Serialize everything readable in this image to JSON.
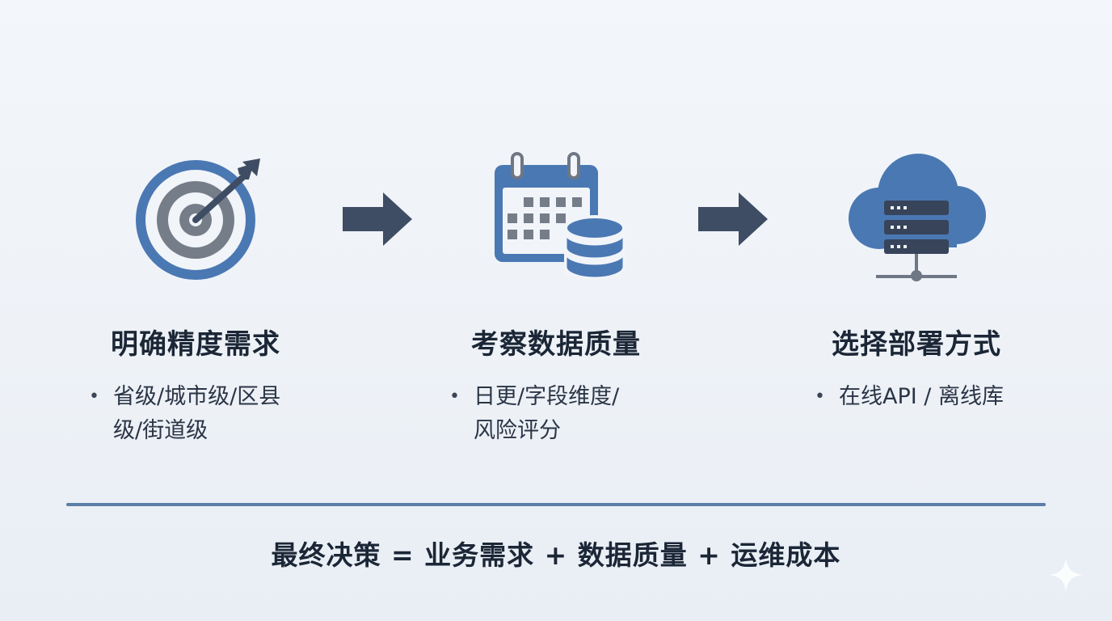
{
  "steps": [
    {
      "title": "明确精度需求",
      "bullet_lines": [
        "省级/城市级/区县",
        "级/街道级"
      ],
      "icon": "target-icon"
    },
    {
      "title": "考察数据质量",
      "bullet_lines": [
        "日更/字段维度/",
        "风险评分"
      ],
      "icon": "calendar-database-icon"
    },
    {
      "title": "选择部署方式",
      "bullet_lines": [
        "在线API / 离线库"
      ],
      "icon": "cloud-server-icon"
    }
  ],
  "bullet_symbol": "•",
  "formula": "最终决策 = 业务需求 + 数据质量 + 运维成本",
  "colors": {
    "accent_blue": "#4a78b3",
    "icon_gray": "#6f7784",
    "arrow_navy": "#3e4d63",
    "divider": "#5a7fa8",
    "background": "#eef2f7"
  }
}
